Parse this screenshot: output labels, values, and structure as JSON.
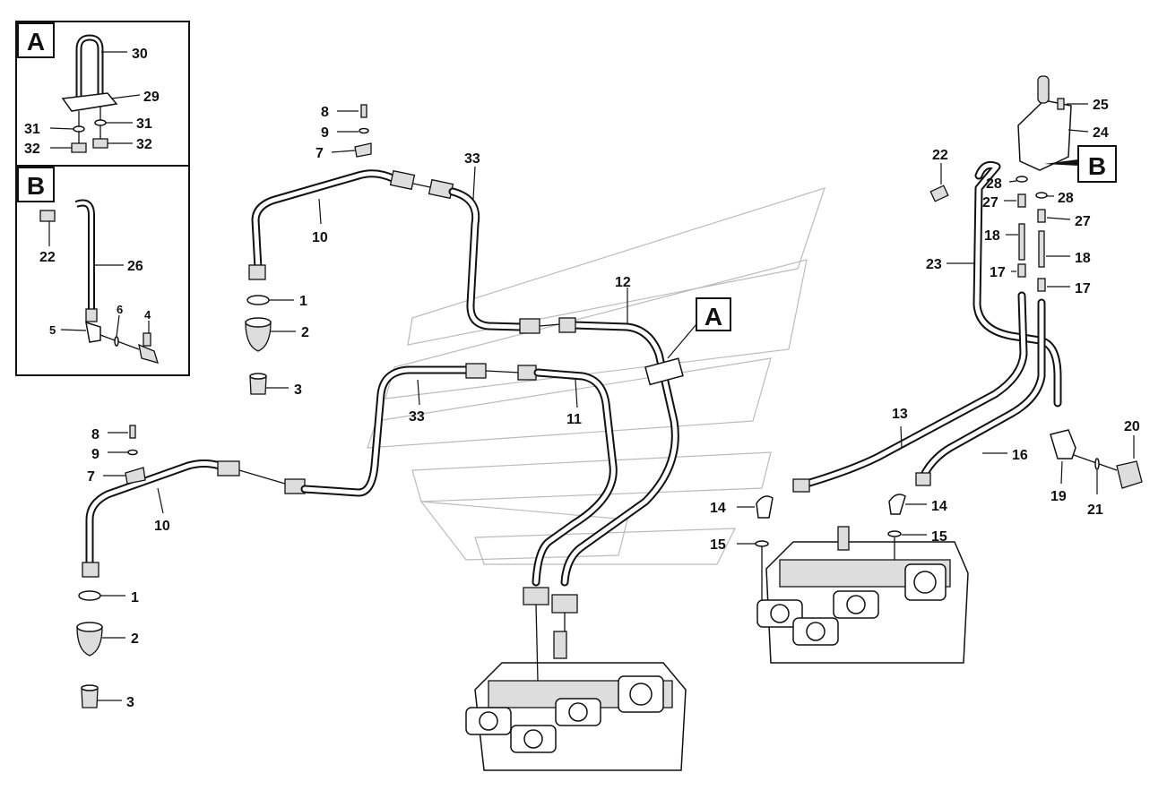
{
  "callout_letters": {
    "a": "A",
    "b": "B"
  },
  "labels": {
    "n1": "1",
    "n2": "2",
    "n3": "3",
    "n4": "4",
    "n5": "5",
    "n6": "6",
    "n7": "7",
    "n8": "8",
    "n9": "9",
    "n10": "10",
    "n11": "11",
    "n12": "12",
    "n13": "13",
    "n14": "14",
    "n15": "15",
    "n16": "16",
    "n17": "17",
    "n18": "18",
    "n19": "19",
    "n20": "20",
    "n21": "21",
    "n22": "22",
    "n23": "23",
    "n24": "24",
    "n25": "25",
    "n26": "26",
    "n27": "27",
    "n28": "28",
    "n29": "29",
    "n30": "30",
    "n31": "31",
    "n32": "32",
    "n33": "33"
  }
}
